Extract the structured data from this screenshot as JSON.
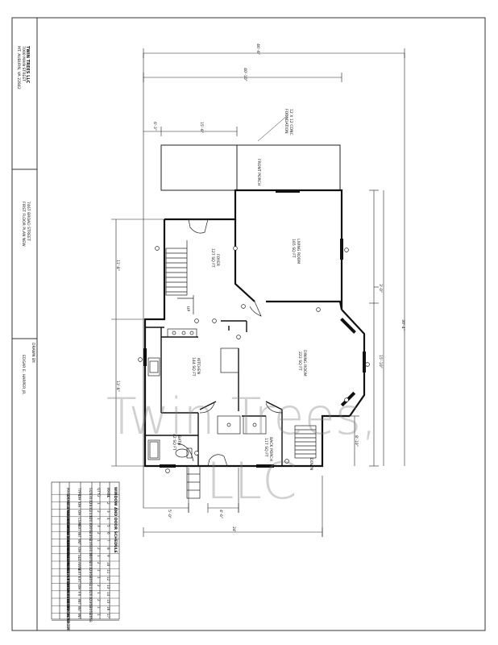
{
  "watermark": {
    "line1": "Twin Trees,",
    "line2": "LLC"
  },
  "title_block": {
    "company": [
      "TWIN TREES LLC",
      "7000 MAIN STREET",
      "MT. AUBURN, VA 22842"
    ],
    "project": [
      "7467 BROAD STREET",
      "FIRST FLOOR PLAN NEW"
    ],
    "drawn_label": "DRAWN BY:",
    "drawn_name": "EDGAR E. HARPER JR."
  },
  "rooms": {
    "front_porch": "FRONT PORCH",
    "living_name": "LIVING ROOM",
    "living_area": "165 SQ FT",
    "foyer_name": "FOYER",
    "foyer_area": "127 SQ FT",
    "kitchen_name": "KITCHEN",
    "kitchen_area": "144 SQ FT",
    "dining_name": "DINING ROOM",
    "dining_area": "222 SQ FT",
    "bath_name": "BATH",
    "bath_area": "42 SQ FT",
    "back_porch_name": "BACK PORCH",
    "back_porch_area": "117 SQ FT",
    "stair_up": "UP",
    "stair_down": "DOWN"
  },
  "notes": {
    "foundation": [
      "12 X 12 CONC",
      "FOUNDATION"
    ]
  },
  "dimensions": {
    "overall_top": "46'-6\"",
    "second_top": "40'-10\"",
    "seg_left": "6'-3\"",
    "seg_mid": "15'-6\"",
    "foyer_v": "11'-8\"",
    "right_small": "3'-0\"",
    "dining_v": "15'-10\"",
    "right_overall": "30'-4\"",
    "kitchen_v": "13'-8\"",
    "back_v": "8'-10\"",
    "bottom_left": "5'-0\"",
    "bottom_mid": "4'-6\"",
    "bottom_overall": "24'"
  },
  "schedule": {
    "title": "WINDOW AND DOOR SCHEDULE",
    "header": [
      "MARK",
      "QTY",
      "SIZE",
      "TYPE",
      "MANUFACTURER / NOTES"
    ],
    "rows": [
      [
        "1",
        "2",
        "3040",
        "DH",
        "DOUBLE HUNG / GRILLES"
      ],
      [
        "2",
        "1",
        "2840",
        "DH",
        "DOUBLE HUNG / GRILLES"
      ],
      [
        "3",
        "2",
        "2440",
        "DH",
        "DOUBLE HUNG / TEMPERED"
      ],
      [
        "4",
        "1",
        "2030",
        "CSMT",
        "CASEMENT / OBSCURE"
      ],
      [
        "5",
        "3",
        "3068",
        "EXT",
        "EXTERIOR PANEL DOOR"
      ],
      [
        "6",
        "2",
        "2868",
        "INT",
        "INTERIOR 6 PANEL"
      ],
      [
        "7",
        "1",
        "2468",
        "INT",
        "INTERIOR 6 PANEL"
      ],
      [
        "8",
        "2",
        "3040",
        "DH",
        "DOUBLE HUNG / GRILLES"
      ],
      [
        "9",
        "1",
        "6068",
        "SLD",
        "SLIDING GLASS DOOR"
      ],
      [
        "10",
        "2",
        "2040",
        "AWN",
        "AWNING"
      ],
      [
        "11",
        "1",
        "2868",
        "EXT",
        "EXTERIOR HALF LITE"
      ],
      [
        "12",
        "1",
        "3068",
        "EXT",
        "EXTERIOR FULL LITE"
      ],
      [
        "13",
        "2",
        "2440",
        "DH",
        "DOUBLE HUNG"
      ],
      [
        "14",
        "1",
        "1640",
        "FX",
        "FIXED / TRANSOM"
      ],
      [
        "15",
        "2",
        "2868",
        "INT",
        "BIFOLD"
      ],
      [
        "16",
        "1",
        "3068",
        "INT",
        "POCKET DOOR"
      ],
      [
        "17",
        "1",
        "2668",
        "INT",
        "INTERIOR"
      ]
    ]
  }
}
